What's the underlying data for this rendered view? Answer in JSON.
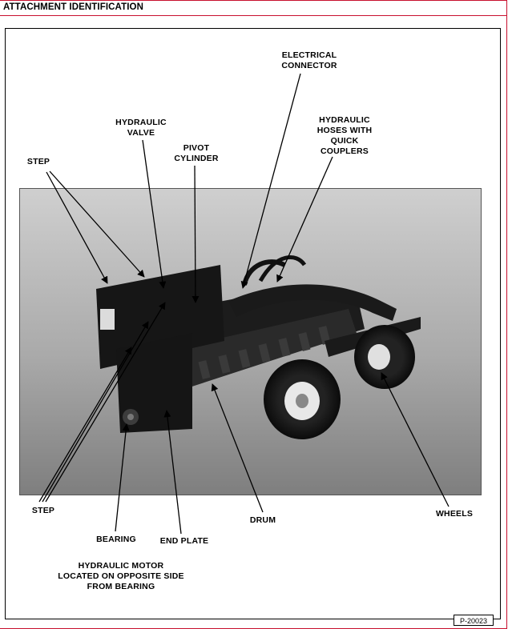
{
  "header": {
    "title": "ATTACHMENT IDENTIFICATION"
  },
  "callouts": {
    "electrical_connector": "ELECTRICAL\nCONNECTOR",
    "hydraulic_valve": "HYDRAULIC\nVALVE",
    "hydraulic_hoses": "HYDRAULIC\nHOSES WITH\nQUICK\nCOUPLERS",
    "pivot_cylinder": "PIVOT\nCYLINDER",
    "step_top": "STEP",
    "step_bottom": "STEP",
    "bearing": "BEARING",
    "end_plate": "END PLATE",
    "drum": "DRUM",
    "wheels": "WHEELS",
    "hydraulic_motor": "HYDRAULIC MOTOR\nLOCATED ON OPPOSITE SIDE\nFROM BEARING"
  },
  "figure_code": "P-20023",
  "colors": {
    "accent_rule": "#c8102e",
    "attachment_body": "#1a1a1a",
    "backdrop": "#a8a8a8"
  }
}
